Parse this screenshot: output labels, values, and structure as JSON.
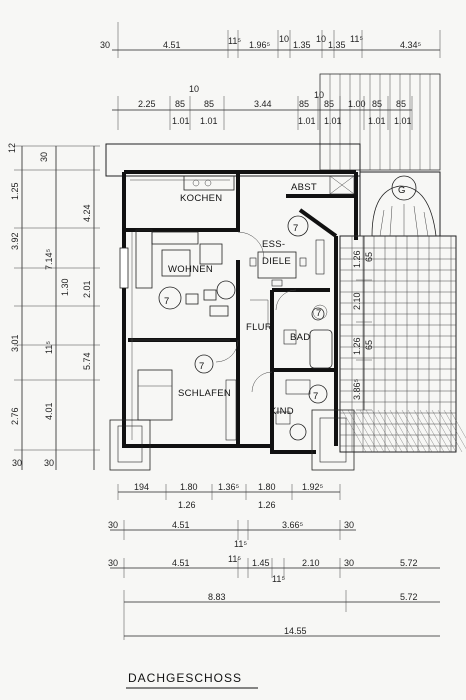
{
  "title": "DACHGESCHOSS",
  "rooms": {
    "kochen": "KOCHEN",
    "abst": "ABST",
    "ess": "ESS-",
    "diele": "DIELE",
    "wohnen": "WOHNEN",
    "flur": "FLUR",
    "bad": "BAD",
    "schlafen": "SCHLAFEN",
    "kind": "KIND"
  },
  "markers": {
    "m1": "7",
    "m2": "7",
    "m3": "7",
    "m4": "7",
    "m5": "7",
    "m6": "G"
  },
  "dims_top": {
    "r1": [
      "30",
      "4.51",
      "11⁵",
      "1.96⁵",
      "10",
      "1.35",
      "10",
      "1.35",
      "11⁵",
      "4.34⁵"
    ],
    "r2_top": "10",
    "r2": [
      "2.25",
      "85",
      "85",
      "3.44",
      "85",
      "10",
      "85",
      "1.00",
      "85",
      "85"
    ],
    "r2_sub": [
      "1.01",
      "1.01",
      "1.01",
      "1.01",
      "1.01",
      "1.01"
    ]
  },
  "dims_left": {
    "outer": [
      "12",
      "30",
      "1.25",
      "3.92",
      "7.14⁵",
      "3.01",
      "11⁵",
      "2.76",
      "30"
    ],
    "mid": [
      "4.24",
      "2.01",
      "1.30",
      "5.74",
      "4.01",
      "30"
    ]
  },
  "dims_right": [
    "1.26",
    "65",
    "2.10",
    "1.26",
    "65",
    "3.86⁵"
  ],
  "dims_bottom": {
    "r1": [
      "194",
      "1.80",
      "1.36⁵",
      "1.80",
      "1.92⁵"
    ],
    "r1_sub": [
      "1.26",
      "1.26"
    ],
    "r2": [
      "30",
      "4.51",
      "11⁵",
      "3.66⁵",
      "30"
    ],
    "r3": [
      "30",
      "4.51",
      "11⁵",
      "1.45",
      "11⁵",
      "2.10",
      "30",
      "5.72"
    ],
    "r4": [
      "8.83",
      "5.72"
    ],
    "r5": [
      "14.55"
    ]
  }
}
